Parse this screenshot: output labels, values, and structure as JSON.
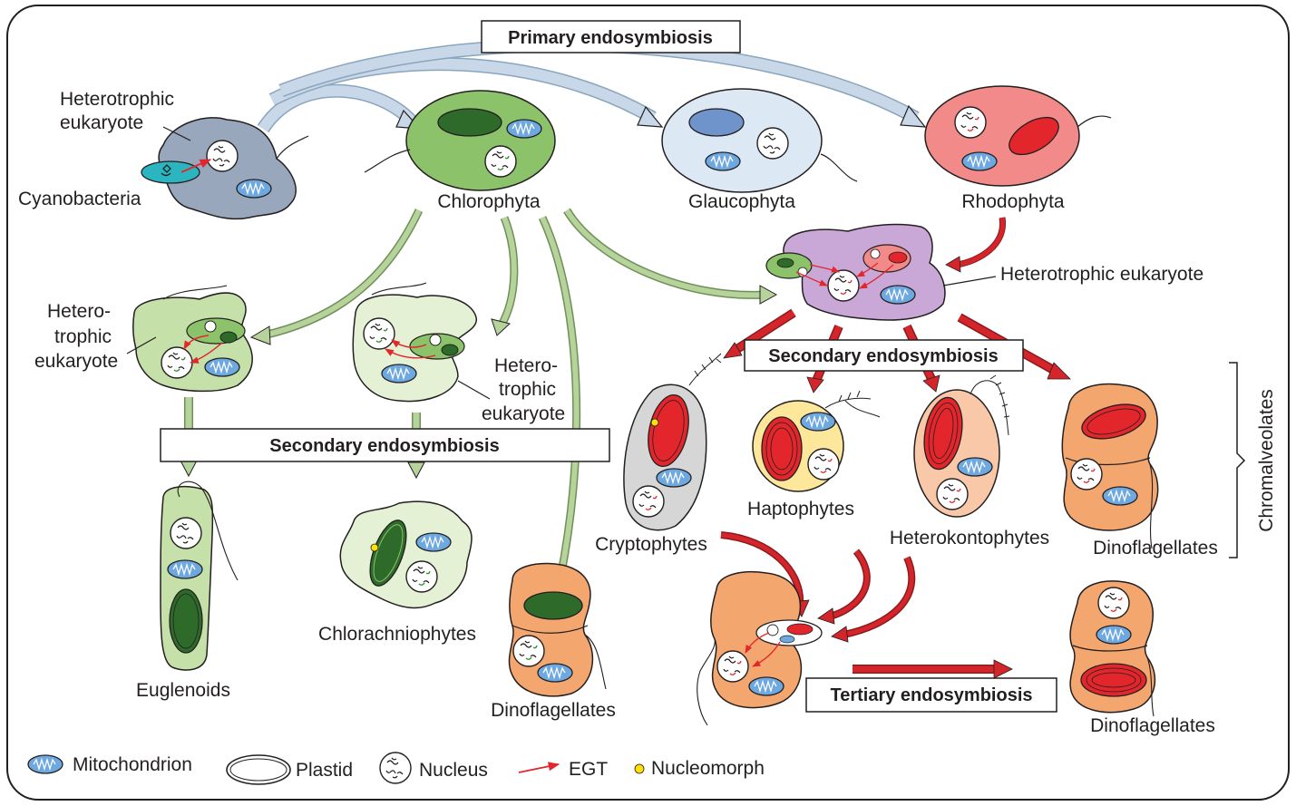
{
  "colors": {
    "green_cell": "#8cc36a",
    "light_green_cell": "#e4f1d5",
    "pale_green_cell": "#c5e0a8",
    "dark_green_plastid": "#2e6a2a",
    "blue_cell": "#dce9f5",
    "blue_plastid": "#6f94cc",
    "red_cell": "#f28a8a",
    "red_plastid": "#e2262c",
    "grey_cell": "#98a7bb",
    "purple_cell": "#c9a8d8",
    "orange_cell": "#f3a66e",
    "peach_cell": "#f8c8a8",
    "yellow_cell": "#fde79a",
    "mito": "#6ea8e0",
    "cyan": "#2bb5c1",
    "primary_arrow": "#b8ccde",
    "green_arrow": "#a7c58e",
    "red_arrow": "#d4252a",
    "nucleomorph": "#ffe000"
  },
  "boxes": {
    "primary": "Primary endosymbiosis",
    "secondary_left": "Secondary endosymbiosis",
    "secondary_right": "Secondary endosymbiosis",
    "tertiary": "Tertiary endosymbiosis"
  },
  "labels": {
    "heterotrophic_eukaryote_1a": "Heterotrophic",
    "heterotrophic_eukaryote_1b": "eukaryote",
    "cyanobacteria": "Cyanobacteria",
    "chlorophyta": "Chlorophyta",
    "glaucophyta": "Glaucophyta",
    "rhodophyta": "Rhodophyta",
    "heterotrophic_eukaryote_right": "Heterotrophic eukaryote",
    "hetero_left_a": "Hetero-",
    "hetero_left_b": "trophic",
    "hetero_left_c": "eukaryote",
    "hetero_mid_a": "Hetero-",
    "hetero_mid_b": "trophic",
    "hetero_mid_c": "eukaryote",
    "euglenoids": "Euglenoids",
    "chlorarachniophytes": "Chlorachniophytes",
    "dinoflagellates_green": "Dinoflagellates",
    "cryptophytes": "Cryptophytes",
    "haptophytes": "Haptophytes",
    "heterokontophytes": "Heterokontophytes",
    "dinoflagellates_chromalveolate": "Dinoflagellates",
    "chromalveolates": "Chromalveolates",
    "dinoflagellates_tertiary": "Dinoflagellates"
  },
  "legend": {
    "mitochondrion": "Mitochondrion",
    "plastid": "Plastid",
    "nucleus": "Nucleus",
    "egt": "EGT",
    "nucleomorph": "Nucleomorph"
  }
}
